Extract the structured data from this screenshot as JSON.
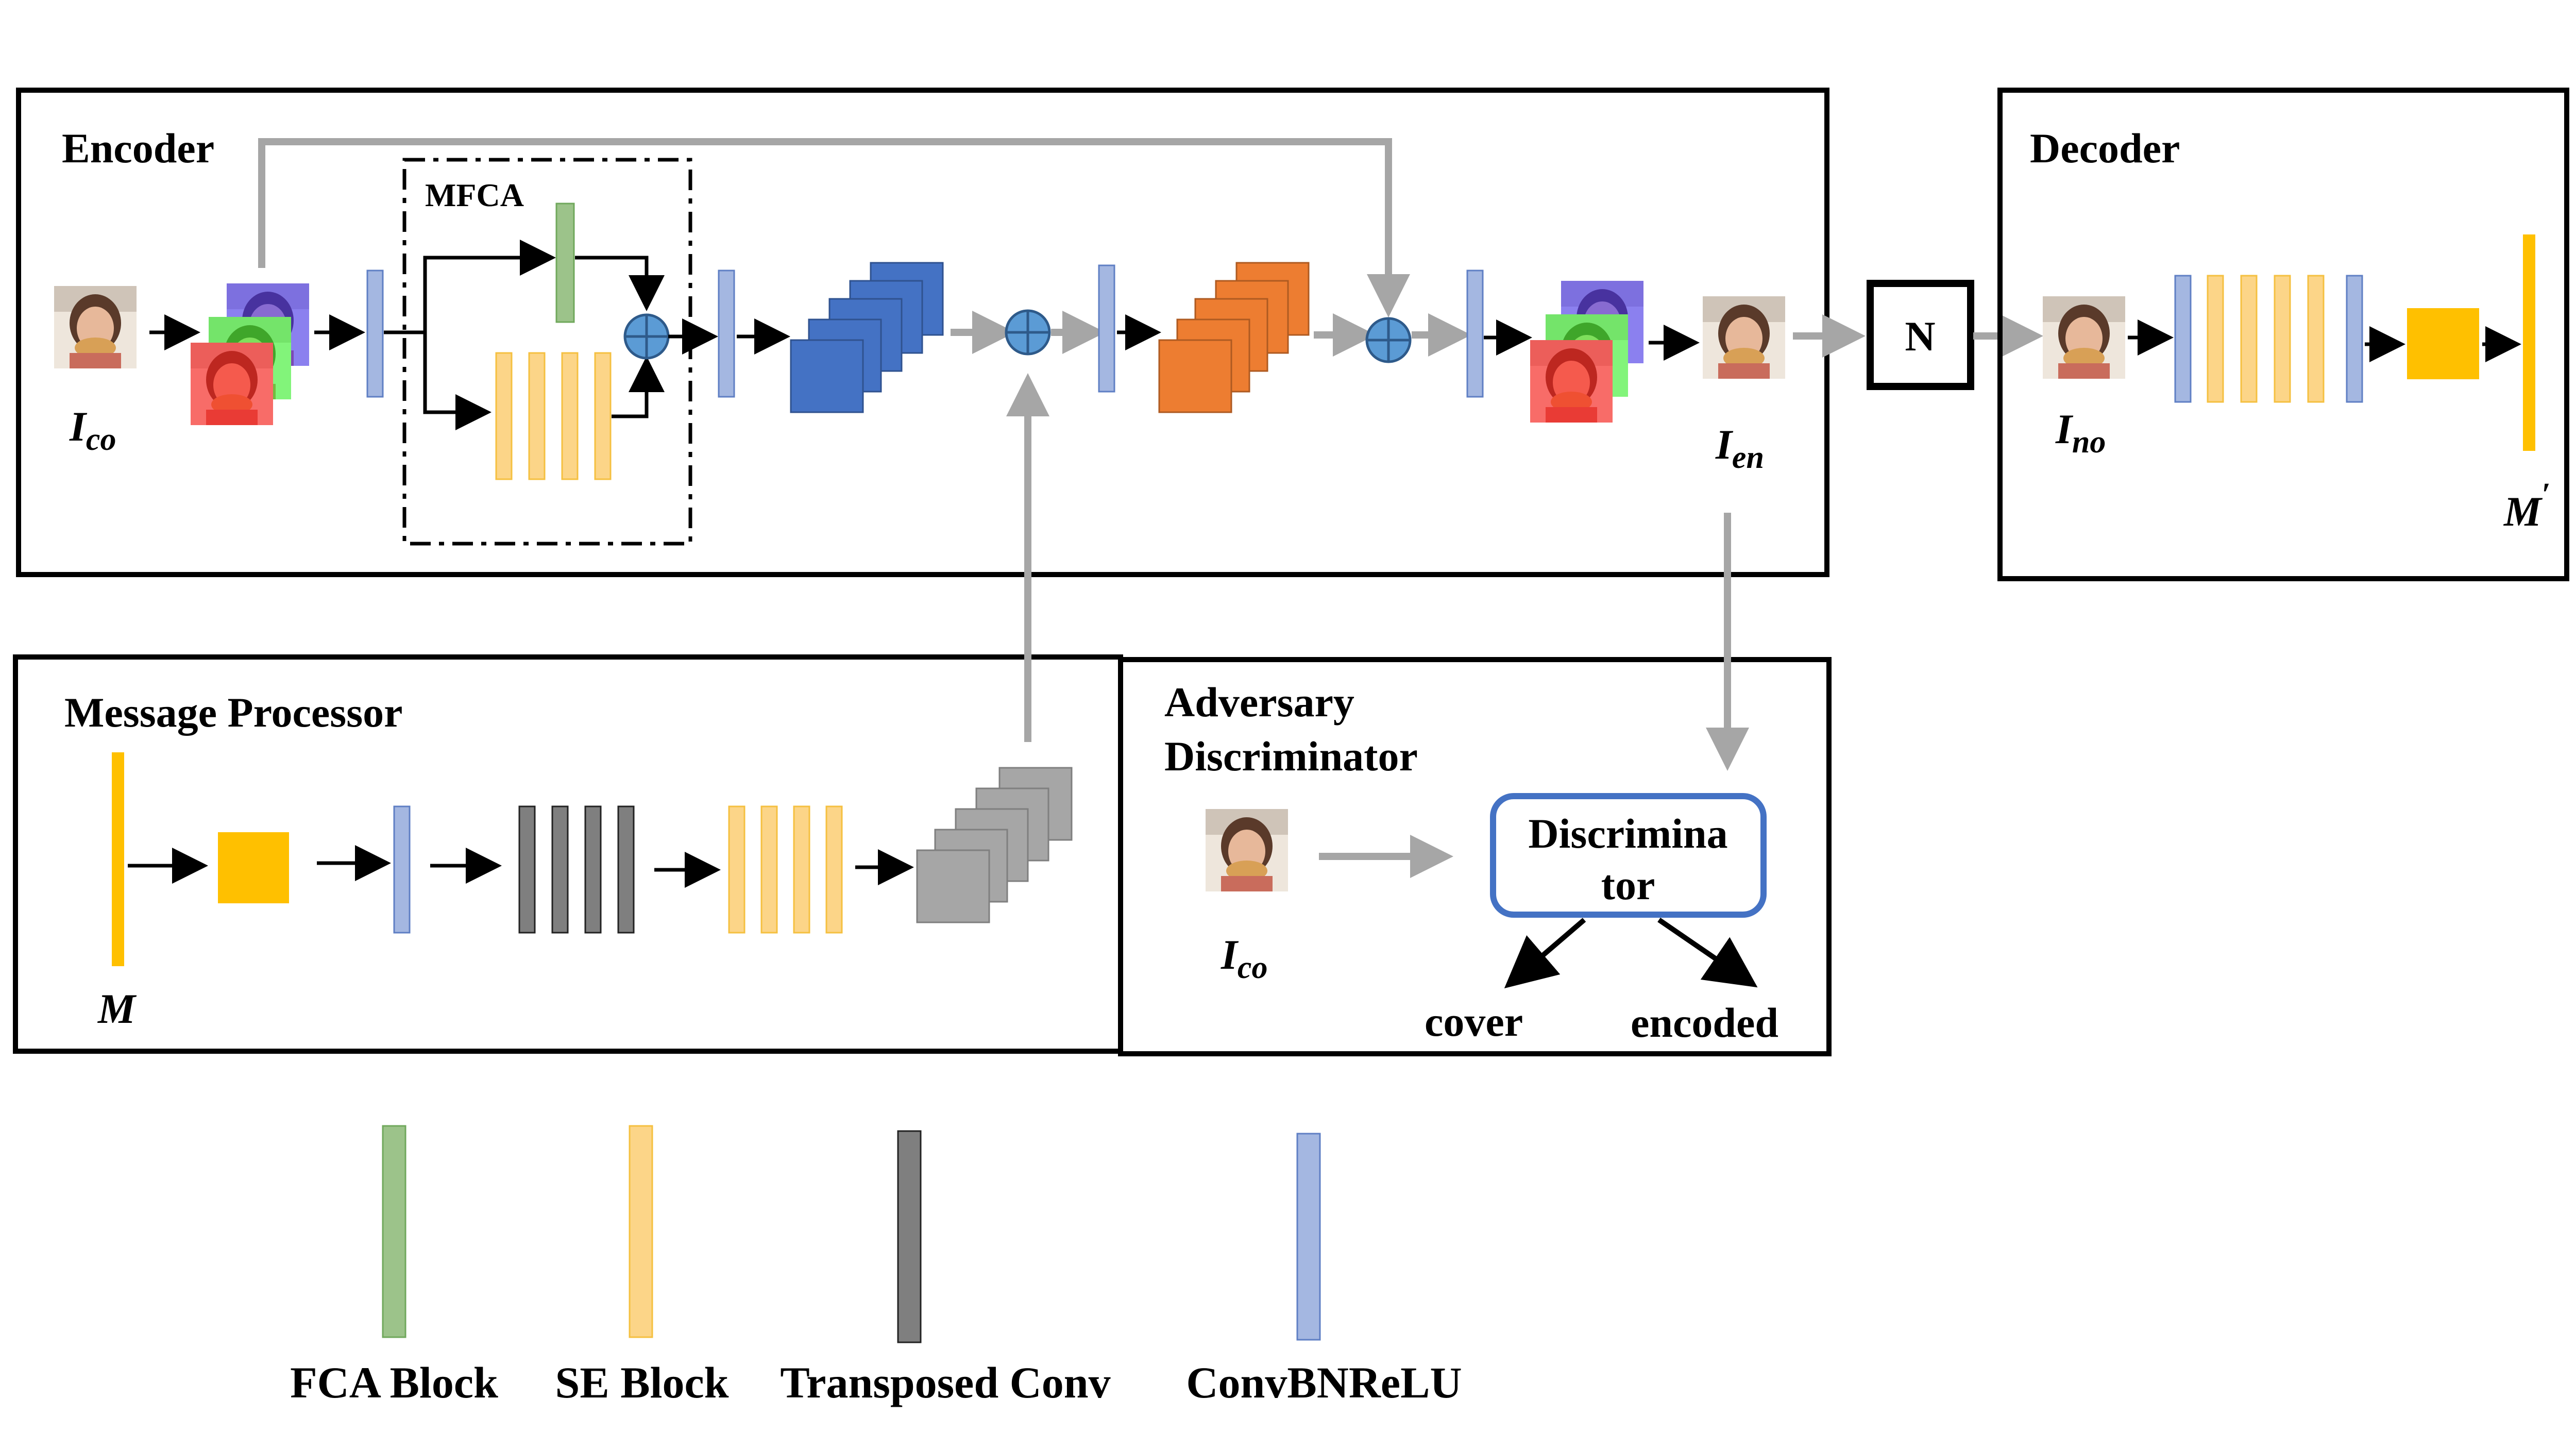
{
  "encoder": {
    "title": "Encoder",
    "mfca_label": "MFCA",
    "input_label": "I",
    "input_sub": "co",
    "output_label": "I",
    "output_sub": "en"
  },
  "noise": {
    "label": "N"
  },
  "decoder": {
    "title": "Decoder",
    "input_label": "I",
    "input_sub": "no",
    "output_label": "M",
    "output_prime": "′"
  },
  "message_processor": {
    "title": "Message Processor",
    "input_label": "M"
  },
  "adversary": {
    "title_line1": "Adversary",
    "title_line2": "Discriminator",
    "input_label": "I",
    "input_sub": "co",
    "box_line1": "Discrimina",
    "box_line2": "tor",
    "out_left": "cover",
    "out_right": "encoded"
  },
  "legend": {
    "fca": "FCA Block",
    "se": "SE Block",
    "tconv": "Transposed Conv",
    "conv": "ConvBNReLU"
  },
  "colors": {
    "fca_fill": "#9cc38a",
    "fca_stroke": "#70a85c",
    "se_fill": "#fcd588",
    "se_stroke": "#f5c040",
    "tconv_fill": "#7f7f7f",
    "conv_fill": "#a4b7e1",
    "conv_stroke": "#5f7fc4",
    "blue_feat": "#4472c4",
    "orange_feat": "#ed7d31",
    "gray_feat": "#a6a6a6",
    "message_bar": "#ffc000",
    "arrow_gray": "#a6a6a6"
  }
}
